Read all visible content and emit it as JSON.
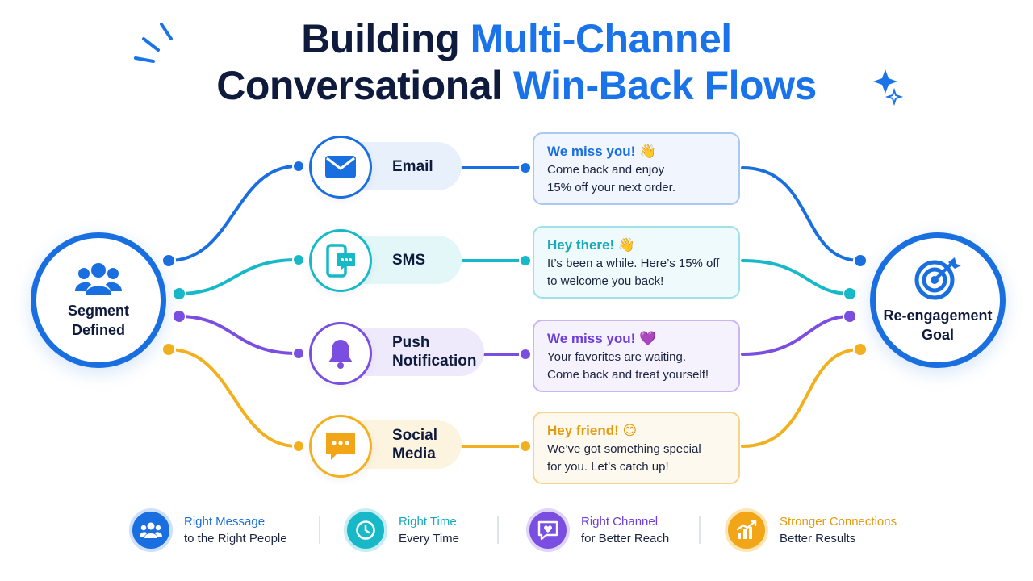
{
  "title": {
    "line1_dark": "Building",
    "line1_blue": "Multi-Channel",
    "line2_dark": "Conversational",
    "line2_blue": "Win-Back Flows"
  },
  "source_node": {
    "label_line1": "Segment",
    "label_line2": "Defined",
    "icon": "users-icon"
  },
  "goal_node": {
    "label_line1": "Re-engagement",
    "label_line2": "Goal",
    "icon": "target-icon"
  },
  "channels": [
    {
      "id": "email",
      "label_line1": "Email",
      "label_line2": "",
      "icon": "envelope-icon",
      "color": "#1a6fe0",
      "message": {
        "heading": "We miss you! 👋",
        "line1": "Come back and enjoy",
        "line2": "15% off your next order."
      }
    },
    {
      "id": "sms",
      "label_line1": "SMS",
      "label_line2": "",
      "icon": "phone-chat-icon",
      "color": "#17b8c8",
      "message": {
        "heading": "Hey there! 👋",
        "line1": "It’s been a while. Here’s 15% off",
        "line2": "to welcome you back!"
      }
    },
    {
      "id": "push",
      "label_line1": "Push",
      "label_line2": "Notification",
      "icon": "bell-icon",
      "color": "#7a4ee0",
      "message": {
        "heading": "We miss you! 💜",
        "line1": "Your favorites are waiting.",
        "line2": "Come back and treat yourself!"
      }
    },
    {
      "id": "social",
      "label_line1": "Social",
      "label_line2": "Media",
      "icon": "chat-bubble-icon",
      "color": "#f2b01e",
      "message": {
        "heading": "Hey friend! 😊",
        "line1": "We’ve got something special",
        "line2": "for you. Let’s catch up!"
      }
    }
  ],
  "benefits": [
    {
      "title": "Right Message",
      "subtitle": "to the Right People",
      "icon": "people-icon",
      "color": "#1a6fe0"
    },
    {
      "title": "Right Time",
      "subtitle": "Every Time",
      "icon": "clock-icon",
      "color": "#17b8c8"
    },
    {
      "title": "Right Channel",
      "subtitle": "for Better Reach",
      "icon": "heart-chat-icon",
      "color": "#7a4ee0"
    },
    {
      "title": "Stronger Connections",
      "subtitle": "Better Results",
      "icon": "growth-chart-icon",
      "color": "#f2a516"
    }
  ]
}
